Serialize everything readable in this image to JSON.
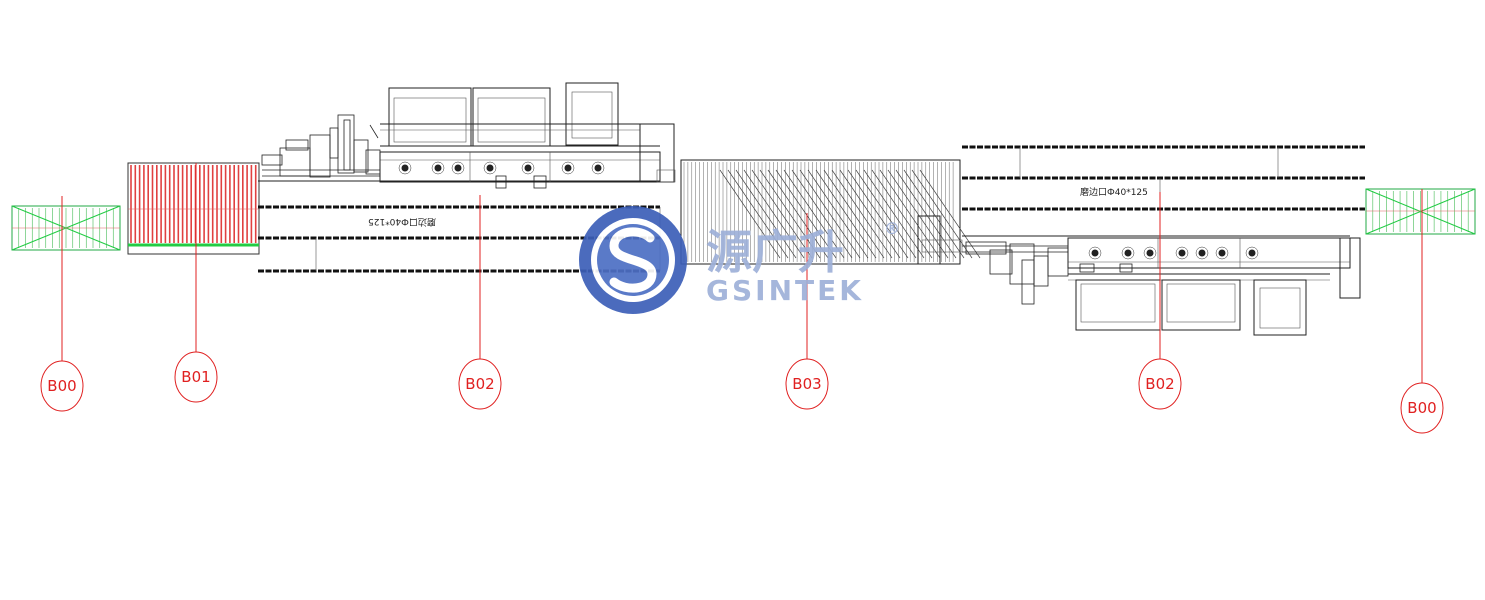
{
  "balloons": [
    {
      "label": "B00"
    },
    {
      "label": "B01"
    },
    {
      "label": "B02"
    },
    {
      "label": "B03"
    },
    {
      "label": "B02"
    },
    {
      "label": "B00"
    }
  ],
  "machine_labels": {
    "left": "磨边口Ф40*125",
    "right": "磨边口Ф40*125"
  },
  "watermark": {
    "brand_cn": "源广升",
    "brand_en": "GSINTEK",
    "registered": "®"
  },
  "colors": {
    "balloon": "#e02020",
    "conveyor_green": "#22cc44",
    "conveyor_red": "#e04040",
    "logo_blue": "#3c5fb8"
  }
}
